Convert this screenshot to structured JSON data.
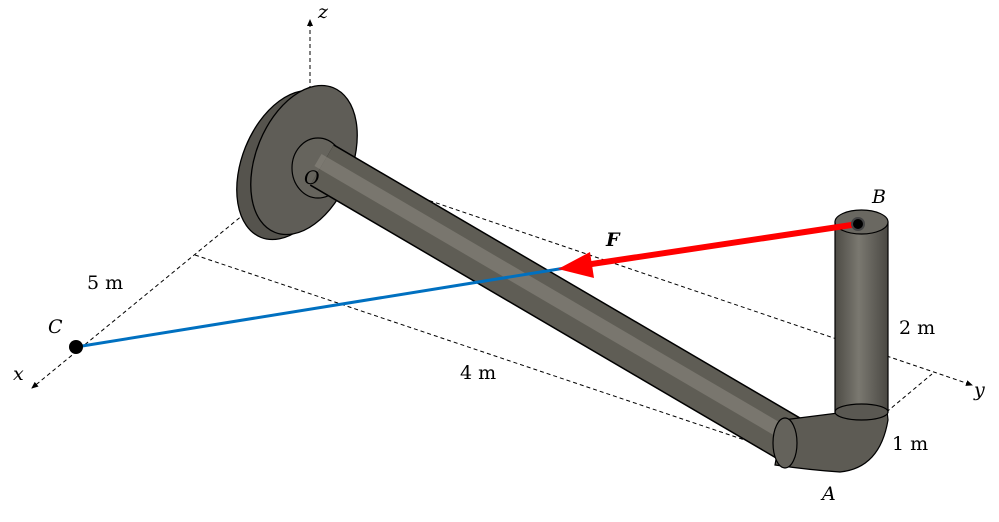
{
  "labels": {
    "z_axis": "z",
    "x_axis": "x",
    "y_axis": "y",
    "origin": "O",
    "point_a": "A",
    "point_b": "B",
    "point_c": "C",
    "force": "F"
  },
  "dimensions": {
    "x_offset": "5 m",
    "y_length": "4 m",
    "height": "2 m",
    "arm": "1 m"
  },
  "colors": {
    "force": "#ff0000",
    "cable": "#0070c0",
    "pipe": "#5f5d55"
  }
}
